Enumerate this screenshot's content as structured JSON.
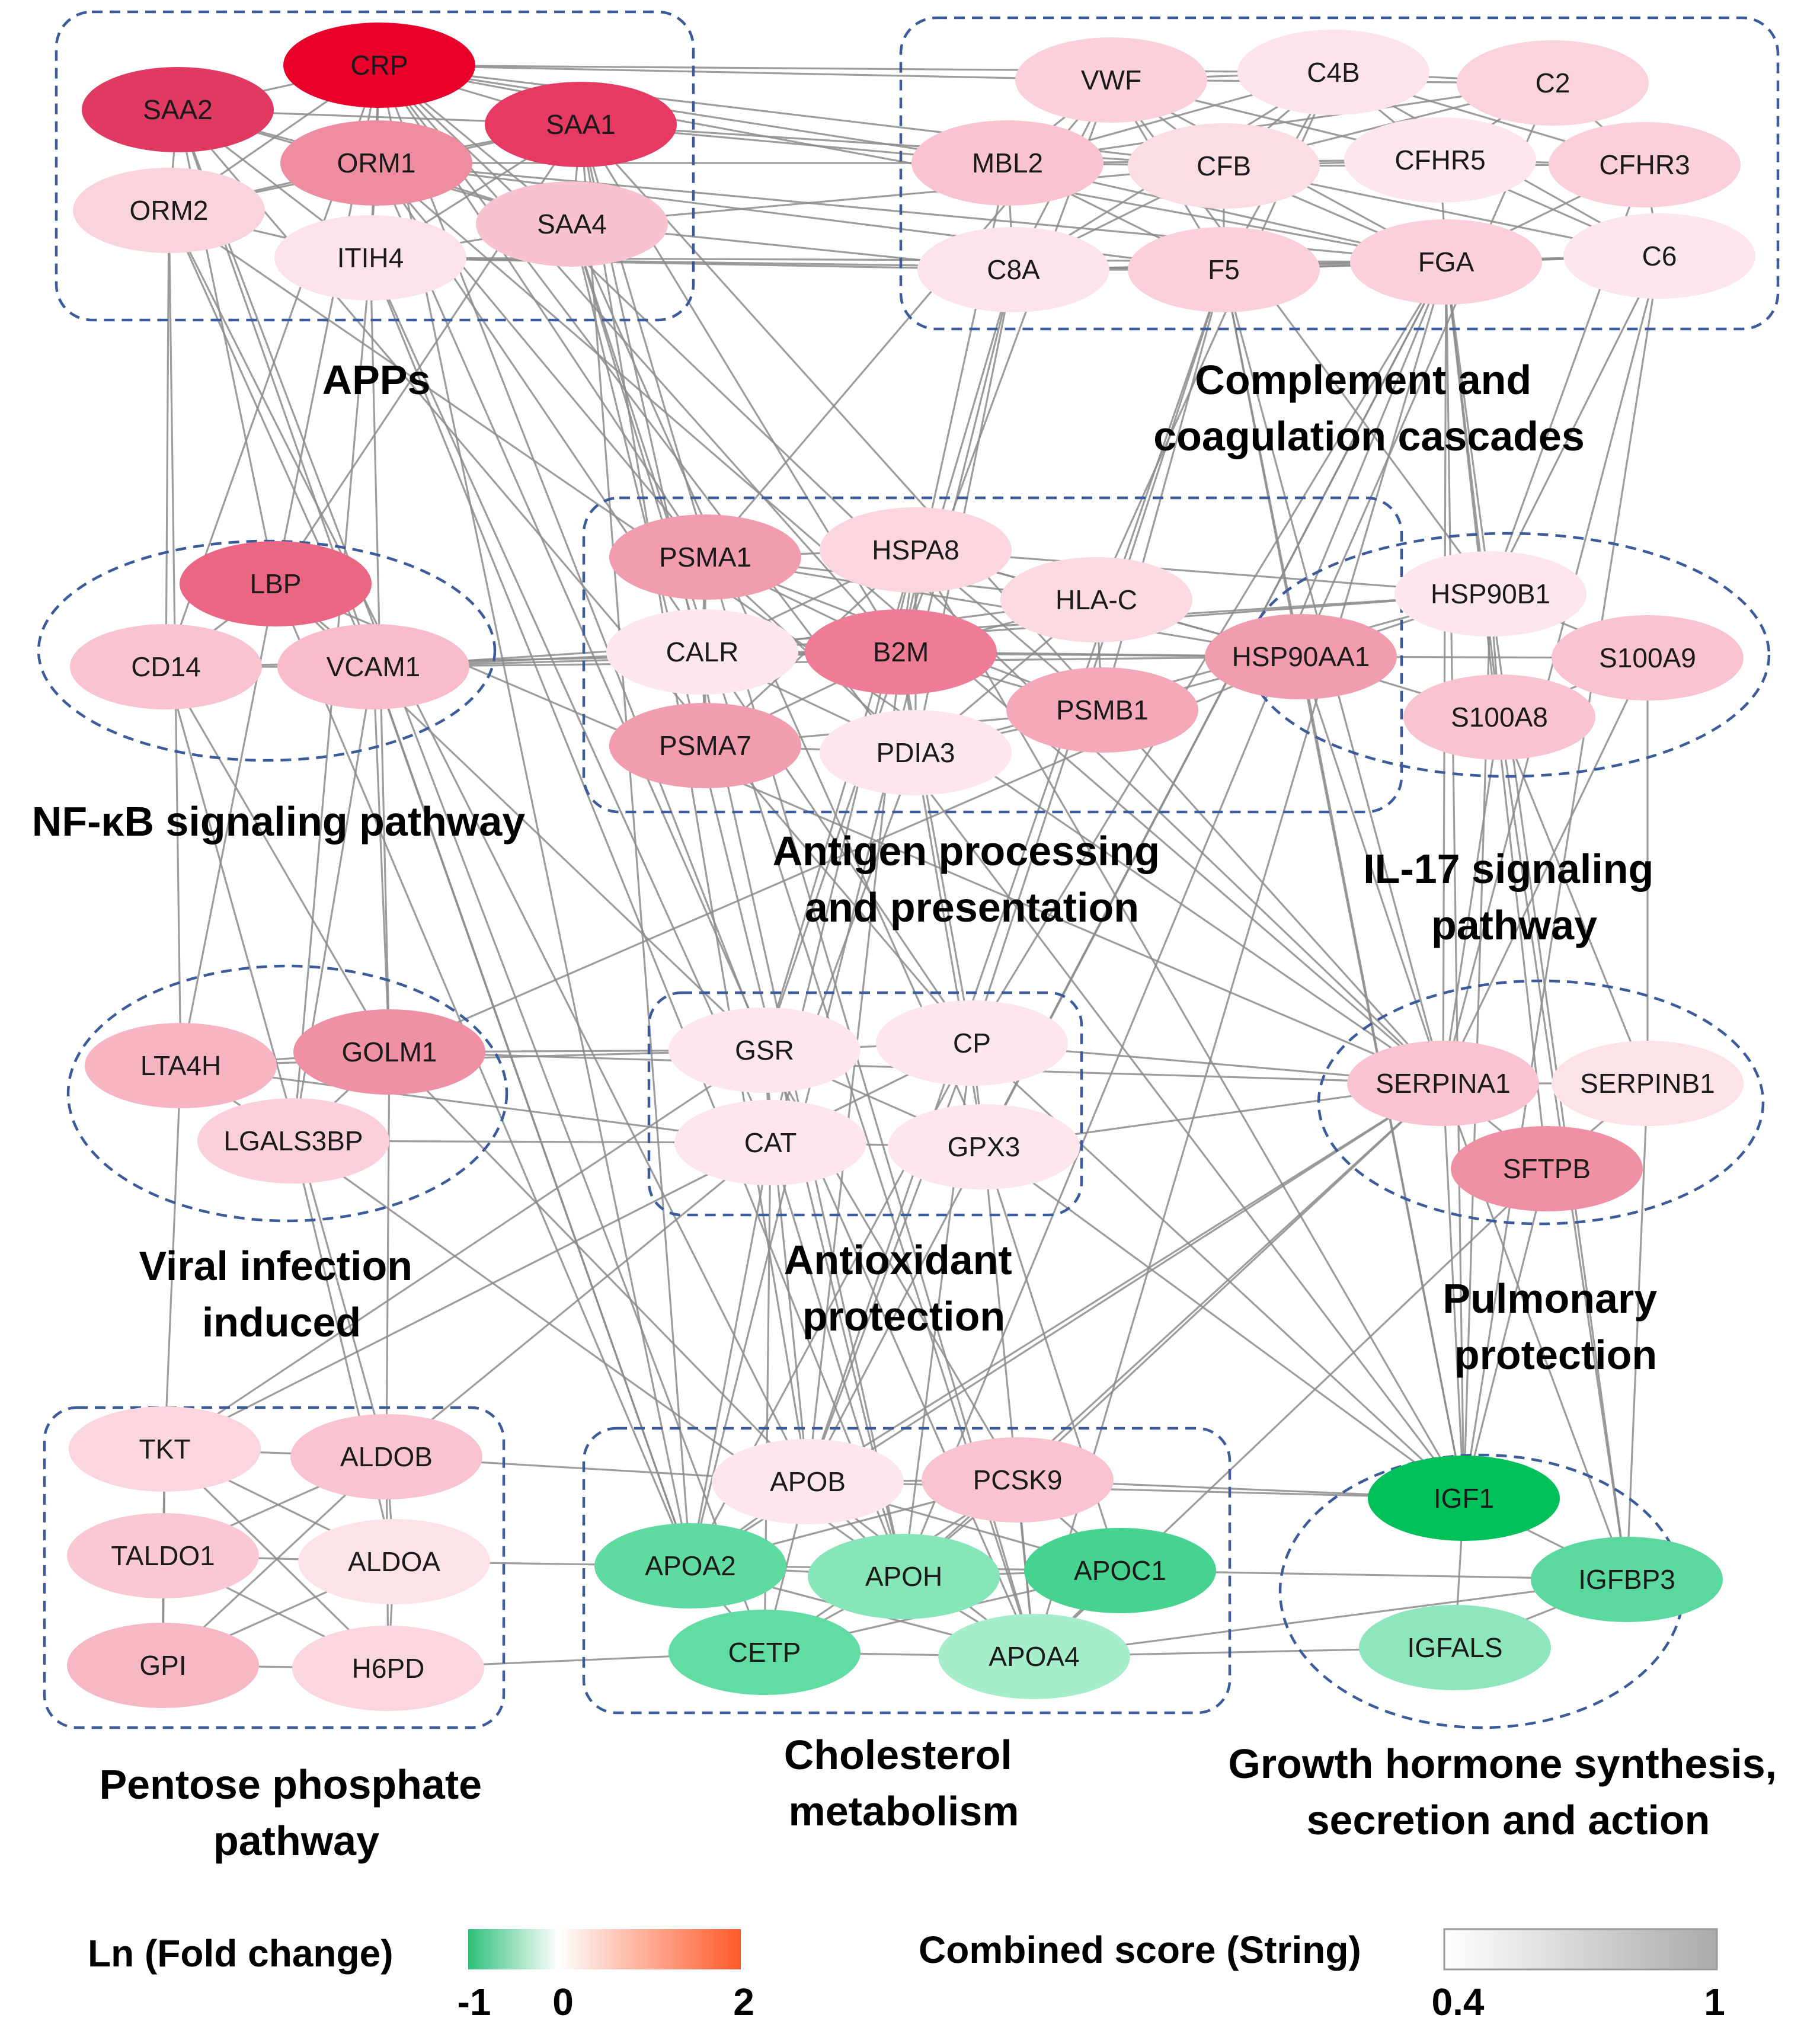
{
  "groups": [
    {
      "id": "apps",
      "label": [
        "APPs"
      ]
    },
    {
      "id": "complement",
      "label": [
        "Complement and",
        "coagulation cascades"
      ]
    },
    {
      "id": "nfkb",
      "label": [
        "NF-κB signaling pathway"
      ]
    },
    {
      "id": "antigen",
      "label": [
        "Antigen processing",
        "and presentation"
      ]
    },
    {
      "id": "il17",
      "label": [
        "IL-17 signaling",
        "pathway"
      ]
    },
    {
      "id": "viral",
      "label": [
        "Viral infection",
        "induced"
      ]
    },
    {
      "id": "antioxidant",
      "label": [
        "Antioxidant",
        "protection"
      ]
    },
    {
      "id": "pulmonary",
      "label": [
        "Pulmonary",
        "protection"
      ]
    },
    {
      "id": "pentose",
      "label": [
        "Pentose phosphate",
        "pathway"
      ]
    },
    {
      "id": "cholesterol",
      "label": [
        "Cholesterol",
        "metabolism"
      ]
    },
    {
      "id": "growth",
      "label": [
        "Growth hormone synthesis,",
        "secretion and action"
      ]
    }
  ],
  "nodes": [
    {
      "id": "CRP",
      "group": "apps",
      "color": "#e8002a"
    },
    {
      "id": "SAA2",
      "group": "apps",
      "color": "#e03a63"
    },
    {
      "id": "SAA1",
      "group": "apps",
      "color": "#e63a63"
    },
    {
      "id": "ORM1",
      "group": "apps",
      "color": "#ee8ca0"
    },
    {
      "id": "ORM2",
      "group": "apps",
      "color": "#fad4dd"
    },
    {
      "id": "SAA4",
      "group": "apps",
      "color": "#f8c2cf"
    },
    {
      "id": "ITIH4",
      "group": "apps",
      "color": "#fce3e9"
    },
    {
      "id": "VWF",
      "group": "complement",
      "color": "#fbd0da"
    },
    {
      "id": "C4B",
      "group": "complement",
      "color": "#fde4ea"
    },
    {
      "id": "C2",
      "group": "complement",
      "color": "#fbd3dc"
    },
    {
      "id": "MBL2",
      "group": "complement",
      "color": "#f9c4d0"
    },
    {
      "id": "CFB",
      "group": "complement",
      "color": "#fcdde4"
    },
    {
      "id": "CFHR5",
      "group": "complement",
      "color": "#fde6ec"
    },
    {
      "id": "CFHR3",
      "group": "complement",
      "color": "#fbd0da"
    },
    {
      "id": "C8A",
      "group": "complement",
      "color": "#fde4ea"
    },
    {
      "id": "F5",
      "group": "complement",
      "color": "#fbd0da"
    },
    {
      "id": "FGA",
      "group": "complement",
      "color": "#fbd0da"
    },
    {
      "id": "C6",
      "group": "complement",
      "color": "#fde6ec"
    },
    {
      "id": "LBP",
      "group": "nfkb",
      "color": "#ea6683"
    },
    {
      "id": "CD14",
      "group": "nfkb",
      "color": "#f9c4d0"
    },
    {
      "id": "VCAM1",
      "group": "nfkb",
      "color": "#f8bccb"
    },
    {
      "id": "PSMA1",
      "group": "antigen",
      "color": "#f29cb0"
    },
    {
      "id": "HSPA8",
      "group": "antigen",
      "color": "#fbd6de"
    },
    {
      "id": "HLA-C",
      "group": "antigen",
      "color": "#fcdae2"
    },
    {
      "id": "CALR",
      "group": "antigen",
      "color": "#fde6ec"
    },
    {
      "id": "B2M",
      "group": "antigen",
      "color": "#ef7c96"
    },
    {
      "id": "PSMB1",
      "group": "antigen",
      "color": "#f4a8b9"
    },
    {
      "id": "PSMA7",
      "group": "antigen",
      "color": "#f29cb0"
    },
    {
      "id": "PDIA3",
      "group": "antigen",
      "color": "#fde6ec"
    },
    {
      "id": "HSP90AA1",
      "group": "il17",
      "color": "#f29cb0"
    },
    {
      "id": "HSP90B1",
      "group": "il17",
      "color": "#fde6ec"
    },
    {
      "id": "S100A9",
      "group": "il17",
      "color": "#f9c4d0"
    },
    {
      "id": "S100A8",
      "group": "il17",
      "color": "#f9c4d0"
    },
    {
      "id": "LTA4H",
      "group": "viral",
      "color": "#f7b4c3"
    },
    {
      "id": "GOLM1",
      "group": "viral",
      "color": "#f090a5"
    },
    {
      "id": "LGALS3BP",
      "group": "viral",
      "color": "#fbd0da"
    },
    {
      "id": "GSR",
      "group": "antioxidant",
      "color": "#fde6ec"
    },
    {
      "id": "CP",
      "group": "antioxidant",
      "color": "#fde6ec"
    },
    {
      "id": "CAT",
      "group": "antioxidant",
      "color": "#fde6ec"
    },
    {
      "id": "GPX3",
      "group": "antioxidant",
      "color": "#fde6ec"
    },
    {
      "id": "SERPINA1",
      "group": "pulmonary",
      "color": "#f9c4d0"
    },
    {
      "id": "SERPINB1",
      "group": "pulmonary",
      "color": "#fde2e8"
    },
    {
      "id": "SFTPB",
      "group": "pulmonary",
      "color": "#f090a5"
    },
    {
      "id": "TKT",
      "group": "pentose",
      "color": "#fbd6de"
    },
    {
      "id": "ALDOB",
      "group": "pentose",
      "color": "#f9c4d0"
    },
    {
      "id": "TALDO1",
      "group": "pentose",
      "color": "#f9c8d3"
    },
    {
      "id": "ALDOA",
      "group": "pentose",
      "color": "#fde2e8"
    },
    {
      "id": "GPI",
      "group": "pentose",
      "color": "#f7b8c6"
    },
    {
      "id": "H6PD",
      "group": "pentose",
      "color": "#fbd6de"
    },
    {
      "id": "APOB",
      "group": "cholesterol",
      "color": "#fde6ec"
    },
    {
      "id": "PCSK9",
      "group": "cholesterol",
      "color": "#f9c4d0"
    },
    {
      "id": "APOA2",
      "group": "cholesterol",
      "color": "#5fdba1"
    },
    {
      "id": "APOH",
      "group": "cholesterol",
      "color": "#86e6b8"
    },
    {
      "id": "APOC1",
      "group": "cholesterol",
      "color": "#46d38f"
    },
    {
      "id": "CETP",
      "group": "cholesterol",
      "color": "#61dca2"
    },
    {
      "id": "APOA4",
      "group": "cholesterol",
      "color": "#a6eecb"
    },
    {
      "id": "IGF1",
      "group": "growth",
      "color": "#00c05a"
    },
    {
      "id": "IGFBP3",
      "group": "growth",
      "color": "#5ad89d"
    },
    {
      "id": "IGFALS",
      "group": "growth",
      "color": "#8ee7bc"
    }
  ],
  "edges": [
    [
      "CRP",
      "SAA1"
    ],
    [
      "CRP",
      "SAA2"
    ],
    [
      "CRP",
      "ORM1"
    ],
    [
      "CRP",
      "ORM2"
    ],
    [
      "CRP",
      "SAA4"
    ],
    [
      "CRP",
      "ITIH4"
    ],
    [
      "CRP",
      "VWF"
    ],
    [
      "CRP",
      "C4B"
    ],
    [
      "CRP",
      "MBL2"
    ],
    [
      "CRP",
      "CFB"
    ],
    [
      "CRP",
      "FGA"
    ],
    [
      "CRP",
      "LBP"
    ],
    [
      "CRP",
      "CD14"
    ],
    [
      "CRP",
      "B2M"
    ],
    [
      "CRP",
      "SERPINA1"
    ],
    [
      "CRP",
      "APOA2"
    ],
    [
      "CRP",
      "IGF1"
    ],
    [
      "CRP",
      "GSR"
    ],
    [
      "SAA1",
      "SAA2"
    ],
    [
      "SAA1",
      "ORM1"
    ],
    [
      "SAA1",
      "SAA4"
    ],
    [
      "SAA1",
      "ITIH4"
    ],
    [
      "SAA1",
      "ORM2"
    ],
    [
      "SAA1",
      "MBL2"
    ],
    [
      "SAA1",
      "CFB"
    ],
    [
      "SAA1",
      "APOA2"
    ],
    [
      "SAA1",
      "APOA4"
    ],
    [
      "SAA1",
      "APOB"
    ],
    [
      "SAA1",
      "LBP"
    ],
    [
      "SAA1",
      "SERPINA1"
    ],
    [
      "SAA1",
      "APOH"
    ],
    [
      "SAA2",
      "ORM1"
    ],
    [
      "SAA2",
      "ORM2"
    ],
    [
      "SAA2",
      "SAA4"
    ],
    [
      "SAA2",
      "ITIH4"
    ],
    [
      "SAA2",
      "APOA2"
    ],
    [
      "SAA2",
      "LBP"
    ],
    [
      "SAA2",
      "CETP"
    ],
    [
      "ORM1",
      "ORM2"
    ],
    [
      "ORM1",
      "ITIH4"
    ],
    [
      "ORM1",
      "SAA4"
    ],
    [
      "ORM1",
      "MBL2"
    ],
    [
      "ORM1",
      "F5"
    ],
    [
      "ORM1",
      "FGA"
    ],
    [
      "ORM1",
      "SERPINA1"
    ],
    [
      "ORM1",
      "APOA4"
    ],
    [
      "ORM1",
      "CP"
    ],
    [
      "ORM1",
      "PSMA1"
    ],
    [
      "ORM2",
      "ITIH4"
    ],
    [
      "ORM2",
      "CD14"
    ],
    [
      "ORM2",
      "SERPINA1"
    ],
    [
      "ORM2",
      "VCAM1"
    ],
    [
      "ORM2",
      "LTA4H"
    ],
    [
      "SAA4",
      "ITIH4"
    ],
    [
      "SAA4",
      "CFB"
    ],
    [
      "SAA4",
      "APOA4"
    ],
    [
      "SAA4",
      "APOH"
    ],
    [
      "SAA4",
      "CALR"
    ],
    [
      "SAA4",
      "C8A"
    ],
    [
      "ITIH4",
      "F5"
    ],
    [
      "ITIH4",
      "FGA"
    ],
    [
      "ITIH4",
      "C8A"
    ],
    [
      "ITIH4",
      "APOH"
    ],
    [
      "ITIH4",
      "GOLM1"
    ],
    [
      "ITIH4",
      "LGALS3BP"
    ],
    [
      "VWF",
      "C4B"
    ],
    [
      "VWF",
      "MBL2"
    ],
    [
      "VWF",
      "CFB"
    ],
    [
      "VWF",
      "F5"
    ],
    [
      "VWF",
      "FGA"
    ],
    [
      "VWF",
      "C8A"
    ],
    [
      "VWF",
      "C2"
    ],
    [
      "VWF",
      "CFHR5"
    ],
    [
      "VWF",
      "HSP90B1"
    ],
    [
      "VWF",
      "B2M"
    ],
    [
      "C4B",
      "C2"
    ],
    [
      "C4B",
      "CFB"
    ],
    [
      "C4B",
      "MBL2"
    ],
    [
      "C4B",
      "CFHR5"
    ],
    [
      "C4B",
      "CFHR3"
    ],
    [
      "C4B",
      "F5"
    ],
    [
      "C4B",
      "C8A"
    ],
    [
      "C4B",
      "C6"
    ],
    [
      "C2",
      "CFB"
    ],
    [
      "C2",
      "CFHR5"
    ],
    [
      "C2",
      "CFHR3"
    ],
    [
      "C2",
      "MBL2"
    ],
    [
      "MBL2",
      "CFB"
    ],
    [
      "MBL2",
      "C8A"
    ],
    [
      "MBL2",
      "F5"
    ],
    [
      "MBL2",
      "FGA"
    ],
    [
      "MBL2",
      "CFHR5"
    ],
    [
      "CFB",
      "CFHR5"
    ],
    [
      "CFB",
      "CFHR3"
    ],
    [
      "CFB",
      "C8A"
    ],
    [
      "CFB",
      "F5"
    ],
    [
      "CFB",
      "FGA"
    ],
    [
      "CFB",
      "C6"
    ],
    [
      "CFHR5",
      "CFHR3"
    ],
    [
      "CFHR5",
      "FGA"
    ],
    [
      "CFHR5",
      "C6"
    ],
    [
      "CFHR3",
      "C6"
    ],
    [
      "CFHR3",
      "FGA"
    ],
    [
      "C8A",
      "F5"
    ],
    [
      "C8A",
      "FGA"
    ],
    [
      "C8A",
      "C6"
    ],
    [
      "F5",
      "FGA"
    ],
    [
      "F5",
      "C6"
    ],
    [
      "FGA",
      "C6"
    ],
    [
      "FGA",
      "SERPINA1"
    ],
    [
      "FGA",
      "APOA4"
    ],
    [
      "FGA",
      "APOB"
    ],
    [
      "FGA",
      "IGF1"
    ],
    [
      "FGA",
      "HSP90B1"
    ],
    [
      "FGA",
      "S100A8"
    ],
    [
      "FGA",
      "CP"
    ],
    [
      "FGA",
      "GPX3"
    ],
    [
      "FGA",
      "APOH"
    ],
    [
      "FGA",
      "SFTPB"
    ],
    [
      "F5",
      "APOB"
    ],
    [
      "F5",
      "SERPINA1"
    ],
    [
      "F5",
      "CP"
    ],
    [
      "F5",
      "HSP90AA1"
    ],
    [
      "F5",
      "IGF1"
    ],
    [
      "F5",
      "PSMB1"
    ],
    [
      "C6",
      "SERPINA1"
    ],
    [
      "C6",
      "HSP90B1"
    ],
    [
      "C8A",
      "B2M"
    ],
    [
      "C8A",
      "APOA2"
    ],
    [
      "C8A",
      "PDIA3"
    ],
    [
      "LBP",
      "CD14"
    ],
    [
      "LBP",
      "VCAM1"
    ],
    [
      "LBP",
      "LTA4H"
    ],
    [
      "LBP",
      "APOA2"
    ],
    [
      "LBP",
      "SERPINA1"
    ],
    [
      "CD14",
      "VCAM1"
    ],
    [
      "CD14",
      "GOLM1"
    ],
    [
      "CD14",
      "B2M"
    ],
    [
      "VCAM1",
      "CALR"
    ],
    [
      "VCAM1",
      "B2M"
    ],
    [
      "VCAM1",
      "HSP90AA1"
    ],
    [
      "VCAM1",
      "LGALS3BP"
    ],
    [
      "VCAM1",
      "GOLM1"
    ],
    [
      "VCAM1",
      "HSP90B1"
    ],
    [
      "PSMA1",
      "HSPA8"
    ],
    [
      "PSMA1",
      "CALR"
    ],
    [
      "PSMA1",
      "B2M"
    ],
    [
      "PSMA1",
      "PSMA7"
    ],
    [
      "PSMA1",
      "PSMB1"
    ],
    [
      "PSMA1",
      "HLA-C"
    ],
    [
      "PSMA1",
      "PDIA3"
    ],
    [
      "PSMA1",
      "HSP90AA1"
    ],
    [
      "HSPA8",
      "HLA-C"
    ],
    [
      "HSPA8",
      "B2M"
    ],
    [
      "HSPA8",
      "CALR"
    ],
    [
      "HSPA8",
      "HSP90AA1"
    ],
    [
      "HSPA8",
      "HSP90B1"
    ],
    [
      "HSPA8",
      "PDIA3"
    ],
    [
      "HSPA8",
      "PSMA7"
    ],
    [
      "HSPA8",
      "PSMB1"
    ],
    [
      "HSPA8",
      "GSR"
    ],
    [
      "HSPA8",
      "CAT"
    ],
    [
      "HLA-C",
      "B2M"
    ],
    [
      "HLA-C",
      "CALR"
    ],
    [
      "HLA-C",
      "PDIA3"
    ],
    [
      "HLA-C",
      "HSP90AA1"
    ],
    [
      "HLA-C",
      "PSMB1"
    ],
    [
      "CALR",
      "B2M"
    ],
    [
      "CALR",
      "PDIA3"
    ],
    [
      "CALR",
      "PSMA7"
    ],
    [
      "CALR",
      "HSP90B1"
    ],
    [
      "CALR",
      "HSP90AA1"
    ],
    [
      "B2M",
      "PSMB1"
    ],
    [
      "B2M",
      "PSMA7"
    ],
    [
      "B2M",
      "PDIA3"
    ],
    [
      "B2M",
      "HSP90AA1"
    ],
    [
      "B2M",
      "GSR"
    ],
    [
      "B2M",
      "CP"
    ],
    [
      "B2M",
      "APOB"
    ],
    [
      "PSMB1",
      "PSMA7"
    ],
    [
      "PSMB1",
      "PDIA3"
    ],
    [
      "PSMB1",
      "HSP90AA1"
    ],
    [
      "PSMA7",
      "PDIA3"
    ],
    [
      "PDIA3",
      "HSP90B1"
    ],
    [
      "PDIA3",
      "CAT"
    ],
    [
      "PDIA3",
      "GPX3"
    ],
    [
      "HSP90AA1",
      "HSP90B1"
    ],
    [
      "HSP90AA1",
      "S100A9"
    ],
    [
      "HSP90AA1",
      "S100A8"
    ],
    [
      "HSP90AA1",
      "IGF1"
    ],
    [
      "HSP90AA1",
      "SERPINA1"
    ],
    [
      "HSP90AA1",
      "GOLM1"
    ],
    [
      "HSP90B1",
      "S100A9"
    ],
    [
      "HSP90B1",
      "S100A8"
    ],
    [
      "HSP90B1",
      "IGF1"
    ],
    [
      "HSP90B1",
      "IGFBP3"
    ],
    [
      "S100A9",
      "S100A8"
    ],
    [
      "S100A9",
      "SERPINA1"
    ],
    [
      "S100A9",
      "SERPINB1"
    ],
    [
      "S100A8",
      "SERPINA1"
    ],
    [
      "S100A8",
      "SERPINB1"
    ],
    [
      "LTA4H",
      "GOLM1"
    ],
    [
      "LTA4H",
      "LGALS3BP"
    ],
    [
      "LTA4H",
      "GSR"
    ],
    [
      "LTA4H",
      "TKT"
    ],
    [
      "LTA4H",
      "CAT"
    ],
    [
      "GOLM1",
      "LGALS3BP"
    ],
    [
      "GOLM1",
      "GSR"
    ],
    [
      "GOLM1",
      "SERPINA1"
    ],
    [
      "GOLM1",
      "APOB"
    ],
    [
      "GOLM1",
      "ALDOB"
    ],
    [
      "LGALS3BP",
      "CAT"
    ],
    [
      "LGALS3BP",
      "ALDOA"
    ],
    [
      "LGALS3BP",
      "APOH"
    ],
    [
      "GSR",
      "CP"
    ],
    [
      "GSR",
      "CAT"
    ],
    [
      "GSR",
      "GPX3"
    ],
    [
      "GSR",
      "TKT"
    ],
    [
      "GSR",
      "APOB"
    ],
    [
      "GSR",
      "PCSK9"
    ],
    [
      "CP",
      "CAT"
    ],
    [
      "CP",
      "GPX3"
    ],
    [
      "CP",
      "SERPINA1"
    ],
    [
      "CP",
      "APOB"
    ],
    [
      "CP",
      "APOA2"
    ],
    [
      "CP",
      "APOH"
    ],
    [
      "CP",
      "IGF1"
    ],
    [
      "CAT",
      "GPX3"
    ],
    [
      "CAT",
      "TKT"
    ],
    [
      "CAT",
      "ALDOB"
    ],
    [
      "CAT",
      "APOA2"
    ],
    [
      "CAT",
      "APOH"
    ],
    [
      "CAT",
      "CETP"
    ],
    [
      "GPX3",
      "APOA4"
    ],
    [
      "GPX3",
      "APOC1"
    ],
    [
      "GPX3",
      "SERPINA1"
    ],
    [
      "GPX3",
      "IGF1"
    ],
    [
      "SERPINA1",
      "SERPINB1"
    ],
    [
      "SERPINA1",
      "SFTPB"
    ],
    [
      "SERPINA1",
      "IGF1"
    ],
    [
      "SERPINA1",
      "APOB"
    ],
    [
      "SERPINA1",
      "APOA2"
    ],
    [
      "SERPINA1",
      "APOH"
    ],
    [
      "SERPINA1",
      "PCSK9"
    ],
    [
      "SERPINA1",
      "IGFBP3"
    ],
    [
      "SERPINB1",
      "SFTPB"
    ],
    [
      "SFTPB",
      "IGF1"
    ],
    [
      "SFTPB",
      "APOA4"
    ],
    [
      "TKT",
      "ALDOB"
    ],
    [
      "TKT",
      "TALDO1"
    ],
    [
      "TKT",
      "ALDOA"
    ],
    [
      "TKT",
      "GPI"
    ],
    [
      "TKT",
      "H6PD"
    ],
    [
      "ALDOB",
      "TALDO1"
    ],
    [
      "ALDOB",
      "ALDOA"
    ],
    [
      "ALDOB",
      "GPI"
    ],
    [
      "ALDOB",
      "H6PD"
    ],
    [
      "ALDOB",
      "APOB"
    ],
    [
      "TALDO1",
      "ALDOA"
    ],
    [
      "TALDO1",
      "GPI"
    ],
    [
      "TALDO1",
      "H6PD"
    ],
    [
      "ALDOA",
      "GPI"
    ],
    [
      "ALDOA",
      "H6PD"
    ],
    [
      "ALDOA",
      "APOA2"
    ],
    [
      "GPI",
      "H6PD"
    ],
    [
      "H6PD",
      "CETP"
    ],
    [
      "APOB",
      "PCSK9"
    ],
    [
      "APOB",
      "APOA2"
    ],
    [
      "APOB",
      "APOH"
    ],
    [
      "APOB",
      "APOC1"
    ],
    [
      "APOB",
      "CETP"
    ],
    [
      "APOB",
      "APOA4"
    ],
    [
      "APOB",
      "IGF1"
    ],
    [
      "PCSK9",
      "APOA2"
    ],
    [
      "PCSK9",
      "APOH"
    ],
    [
      "PCSK9",
      "APOC1"
    ],
    [
      "PCSK9",
      "CETP"
    ],
    [
      "PCSK9",
      "APOA4"
    ],
    [
      "PCSK9",
      "IGF1"
    ],
    [
      "APOA2",
      "APOH"
    ],
    [
      "APOA2",
      "APOC1"
    ],
    [
      "APOA2",
      "CETP"
    ],
    [
      "APOA2",
      "APOA4"
    ],
    [
      "APOH",
      "APOC1"
    ],
    [
      "APOH",
      "CETP"
    ],
    [
      "APOH",
      "APOA4"
    ],
    [
      "APOC1",
      "CETP"
    ],
    [
      "APOC1",
      "APOA4"
    ],
    [
      "APOC1",
      "IGFBP3"
    ],
    [
      "CETP",
      "APOA4"
    ],
    [
      "APOA4",
      "IGFBP3"
    ],
    [
      "APOA4",
      "IGFALS"
    ],
    [
      "IGF1",
      "IGFBP3"
    ],
    [
      "IGF1",
      "IGFALS"
    ],
    [
      "IGFBP3",
      "IGFALS"
    ],
    [
      "IGF1",
      "C6"
    ],
    [
      "IGF1",
      "HSPA8"
    ],
    [
      "IGFBP3",
      "S100A8"
    ],
    [
      "IGFBP3",
      "SERPINB1"
    ],
    [
      "CRP",
      "PSMA1"
    ],
    [
      "SAA1",
      "B2M"
    ],
    [
      "VWF",
      "PSMA1"
    ],
    [
      "C2",
      "HSP90AA1"
    ],
    [
      "MBL2",
      "B2M"
    ],
    [
      "CFHR3",
      "HSP90B1"
    ],
    [
      "C4B",
      "HLA-C"
    ],
    [
      "ORM2",
      "APOB"
    ],
    [
      "SAA2",
      "CP"
    ],
    [
      "ITIH4",
      "CAT"
    ],
    [
      "SAA4",
      "GPX3"
    ],
    [
      "LBP",
      "GSR"
    ],
    [
      "CD14",
      "ALDOB"
    ],
    [
      "VCAM1",
      "APOA2"
    ]
  ],
  "legend": {
    "fold_title": "Ln (Fold change)",
    "fold_ticks": [
      "-1",
      "0",
      "2"
    ],
    "fold_colors": [
      "#2fbf7a",
      "#ffffff",
      "#ffd2c6",
      "#ff5a2a"
    ],
    "score_title": "Combined score (String)",
    "score_ticks": [
      "0.4",
      "1"
    ],
    "score_colors": [
      "#ffffff",
      "#aaaaaa"
    ]
  }
}
